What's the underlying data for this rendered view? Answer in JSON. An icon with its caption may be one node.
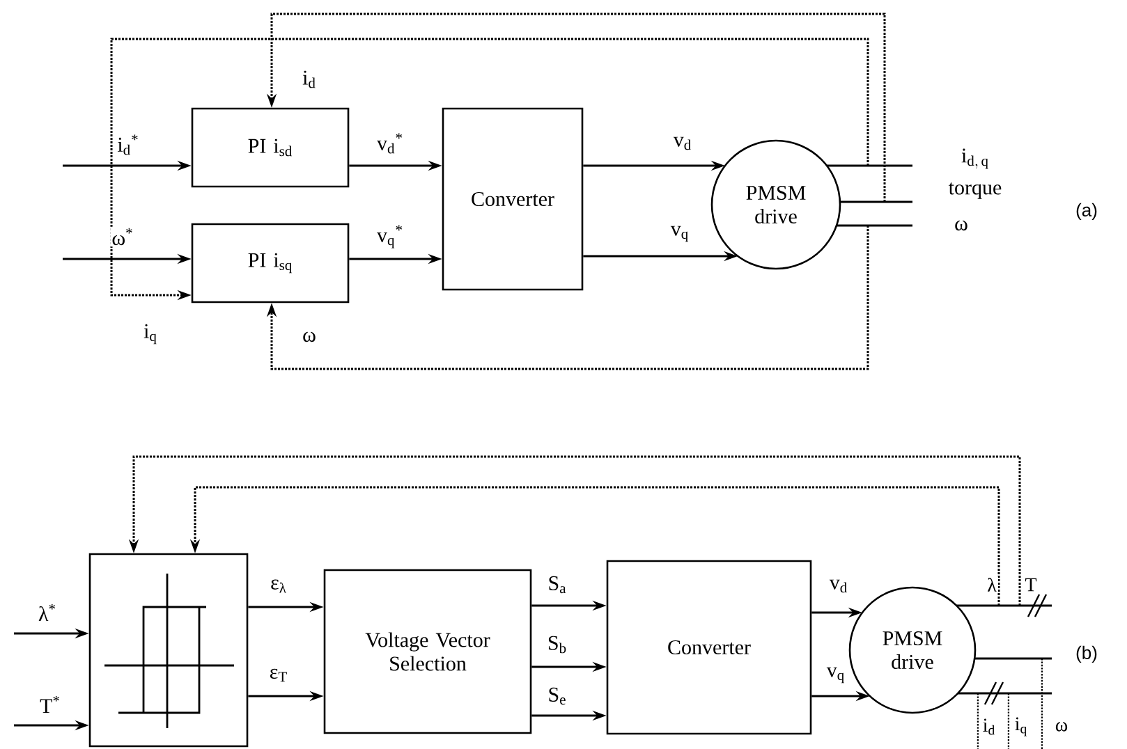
{
  "diagram": {
    "nodes": [
      {
        "text": [
          "PI i$_{sd}$"
        ]
      },
      {
        "text": [
          "PI i$_{sq}$"
        ]
      },
      {
        "text": [
          "Converter"
        ]
      },
      {
        "text": [
          "PMSM drive"
        ]
      },
      {
        "text": [],
        "shape": "box"
      },
      {
        "text": [
          "Voltage Vector Selection"
        ]
      },
      {
        "text": [
          "Converter"
        ]
      },
      {
        "text": [
          "PMSM drive"
        ]
      }
    ],
    "edges": [
      {
        "from": null,
        "to": 0,
        "arrow": "to",
        "label": "i$_{d}$$^{*}$"
      },
      {
        "from": null,
        "to": 1,
        "arrow": "to",
        "label": "ω$^{*}$"
      },
      {
        "from": 0,
        "to": 2,
        "arrow": "to",
        "label": "v$_{d}$$^{*}$"
      },
      {
        "from": 1,
        "to": 2,
        "arrow": "to",
        "label": "v$_{q}$$^{*}$"
      },
      {
        "from": 2,
        "to": 3,
        "arrow": "to",
        "label": "v$_{d}$"
      },
      {
        "from": 2,
        "to": 3,
        "arrow": "to",
        "label": "v$_{q}$"
      },
      {
        "from": 3,
        "to": null,
        "arrow": "none",
        "label": "\\mathrm{i}_{\\mathrm{d,\\,q}}"
      },
      {
        "from": 3,
        "to": null,
        "arrow": "none",
        "label": "torque"
      },
      {
        "from": 3,
        "to": null,
        "arrow": "none",
        "label": "ω"
      },
      {
        "from": null,
        "to": 0,
        "arrow": "to",
        "style": "dashed",
        "label": "i$_{d}$"
      },
      {
        "from": null,
        "to": 1,
        "arrow": "to",
        "style": "dashed",
        "label": "i$_{q}$"
      },
      {
        "from": null,
        "to": 1,
        "arrow": "to",
        "style": "dashed",
        "label": "ω"
      },
      {
        "from": null,
        "to": 4,
        "arrow": "to",
        "label": "λ$^{*}$"
      },
      {
        "from": null,
        "to": 4,
        "arrow": "to",
        "label": "T$^{*}$"
      },
      {
        "from": 4,
        "to": 5,
        "arrow": "to",
        "label": "ε$_{λ}$"
      },
      {
        "from": 4,
        "to": 5,
        "arrow": "to",
        "label": "ε$_{T}$"
      },
      {
        "from": 5,
        "to": 6,
        "arrow": "to",
        "label": "S$_{a}$"
      },
      {
        "from": 5,
        "to": 6,
        "arrow": "to",
        "label": "S$_{b}$"
      },
      {
        "from": 5,
        "to": 6,
        "arrow": "to",
        "label": "S$_{e}$"
      },
      {
        "from": 6,
        "to": 7,
        "arrow": "to",
        "label": "v$_{d}$"
      },
      {
        "from": 6,
        "to": 7,
        "arrow": "to",
        "label": "v$_{q}$"
      },
      {
        "from": 7,
        "to": null,
        "arrow": "none"
      },
      {
        "from": 7,
        "to": null,
        "arrow": "none"
      },
      {
        "from": 7,
        "to": null,
        "arrow": "none"
      },
      {
        "from": null,
        "to": 4,
        "arrow": "to",
        "style": "dashed"
      },
      {
        "from": null,
        "to": 4,
        "arrow": "to",
        "style": "dashed"
      }
    ],
    "labels": [
      "(a)",
      "λ",
      "T",
      "(b)",
      "i$_{d}$",
      "i$_{q}$",
      "ω"
    ]
  }
}
